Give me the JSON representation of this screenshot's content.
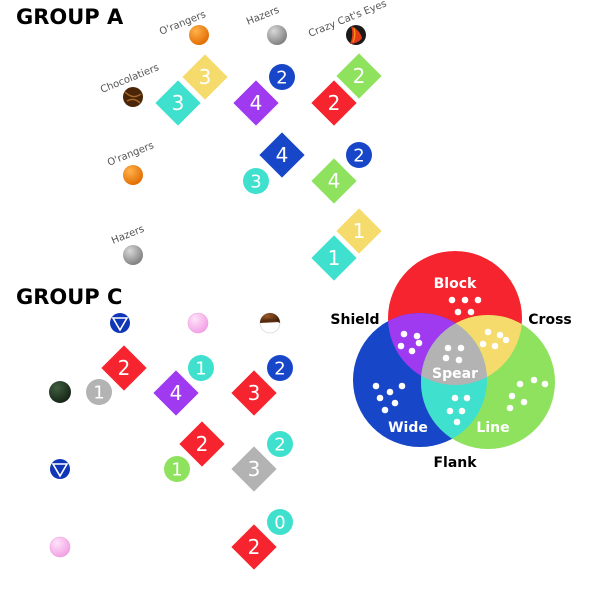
{
  "titles": {
    "group_a": "GROUP A",
    "group_c": "GROUP C"
  },
  "colors": {
    "red": "#f5242e",
    "blue": "#1746c9",
    "purple": "#9f3af0",
    "yellow": "#f5db6b",
    "green": "#8ee25e",
    "cyan": "#3fe0cd",
    "gray": "#b3b3b3",
    "orange": "#f38a12",
    "pink": "#fabaf0",
    "dark_green": "#233c23",
    "brown": "#5a2c0f",
    "white": "#ffffff"
  },
  "group_a": {
    "column_headers": [
      "O'rangers",
      "Hazers",
      "Crazy Cat's Eyes"
    ],
    "row_headers": [
      "Chocolatiers",
      "O'rangers",
      "Hazers"
    ],
    "header_icons": [
      "orange-ball-icon",
      "gray-ball-icon",
      "cat-eye-ball-icon",
      "chocolate-ball-icon",
      "orange-ball-icon",
      "gray-ball-icon"
    ],
    "markers": [
      {
        "shape": "diamond",
        "color": "yellow",
        "value": "3"
      },
      {
        "shape": "diamond",
        "color": "cyan",
        "value": "3"
      },
      {
        "shape": "circle",
        "color": "blue",
        "value": "2"
      },
      {
        "shape": "diamond",
        "color": "purple",
        "value": "4"
      },
      {
        "shape": "diamond",
        "color": "green",
        "value": "2"
      },
      {
        "shape": "diamond",
        "color": "red",
        "value": "2"
      },
      {
        "shape": "diamond",
        "color": "blue",
        "value": "4"
      },
      {
        "shape": "circle",
        "color": "cyan",
        "value": "3"
      },
      {
        "shape": "circle",
        "color": "blue",
        "value": "2"
      },
      {
        "shape": "diamond",
        "color": "green",
        "value": "4"
      },
      {
        "shape": "diamond",
        "color": "yellow",
        "value": "1"
      },
      {
        "shape": "diamond",
        "color": "cyan",
        "value": "1"
      }
    ]
  },
  "group_c": {
    "icons": [
      "blue-triangle-ball-icon",
      "pink-ball-icon",
      "brown-white-ball-icon",
      "dark-green-ball-icon",
      "blue-triangle-ball-icon",
      "pink-ball-icon"
    ],
    "markers": [
      {
        "shape": "diamond",
        "color": "red",
        "value": "2"
      },
      {
        "shape": "circle",
        "color": "gray",
        "value": "1"
      },
      {
        "shape": "circle",
        "color": "cyan",
        "value": "1"
      },
      {
        "shape": "diamond",
        "color": "purple",
        "value": "4"
      },
      {
        "shape": "circle",
        "color": "blue",
        "value": "2"
      },
      {
        "shape": "diamond",
        "color": "red",
        "value": "3"
      },
      {
        "shape": "diamond",
        "color": "red",
        "value": "2"
      },
      {
        "shape": "circle",
        "color": "green",
        "value": "1"
      },
      {
        "shape": "circle",
        "color": "cyan",
        "value": "2"
      },
      {
        "shape": "diamond",
        "color": "gray",
        "value": "3"
      },
      {
        "shape": "circle",
        "color": "cyan",
        "value": "0"
      },
      {
        "shape": "diamond",
        "color": "red",
        "value": "2"
      }
    ]
  },
  "legend": {
    "labels": {
      "block": "Block",
      "shield": "Shield",
      "cross": "Cross",
      "spear": "Spear",
      "wide": "Wide",
      "line": "Line",
      "flank": "Flank"
    },
    "circle_colors": {
      "block": "red",
      "wide": "blue",
      "line": "green"
    },
    "overlap_colors": {
      "shield": "purple",
      "cross": "yellow",
      "flank": "cyan",
      "spear": "gray"
    },
    "dot_counts": {
      "block": 5,
      "shield": 5,
      "cross": 5,
      "spear": 4,
      "wide": 6,
      "line": 6,
      "flank": 5
    }
  }
}
